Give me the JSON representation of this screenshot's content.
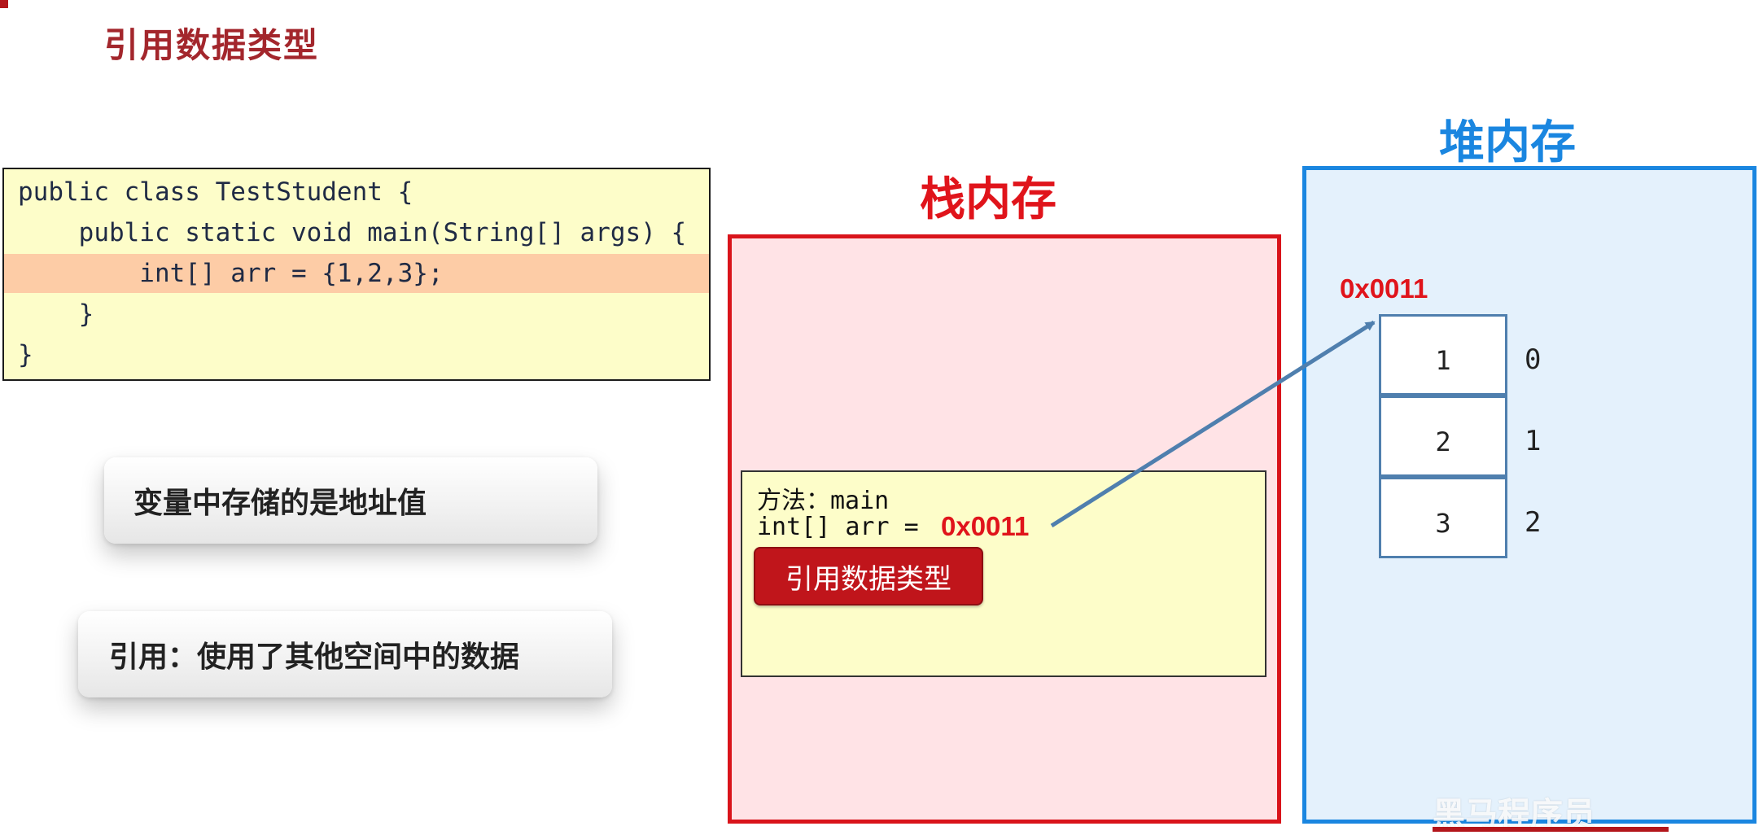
{
  "slide": {
    "title": "引用数据类型"
  },
  "code": {
    "lines": [
      "public class TestStudent {",
      "    public static void main(String[] args) {",
      "        int[] arr = {1,2,3};",
      "    }",
      "}"
    ],
    "highlight_line": 2
  },
  "callouts": [
    "变量中存储的是地址值",
    "引用：使用了其他空间中的数据"
  ],
  "stack": {
    "title": "栈内存",
    "method_label": "方法：main",
    "var_label": "int[] arr = ",
    "address": "0x0011",
    "ref_button": "引用数据类型"
  },
  "heap": {
    "title": "堆内存",
    "address": "0x0011",
    "cells": [
      {
        "index": "0",
        "value": "1"
      },
      {
        "index": "1",
        "value": "2"
      },
      {
        "index": "2",
        "value": "3"
      }
    ]
  },
  "watermark": "黑马程序员",
  "colors": {
    "title": "#a3262c",
    "stack_border": "#d9141b",
    "stack_fill": "#ffe3e6",
    "heap_border": "#1a86e0",
    "heap_fill": "#e4f1fc",
    "code_fill": "#fdfdc9",
    "code_highlight": "#fdcca6",
    "address": "#e0141b",
    "arrow": "#4f7fae"
  }
}
